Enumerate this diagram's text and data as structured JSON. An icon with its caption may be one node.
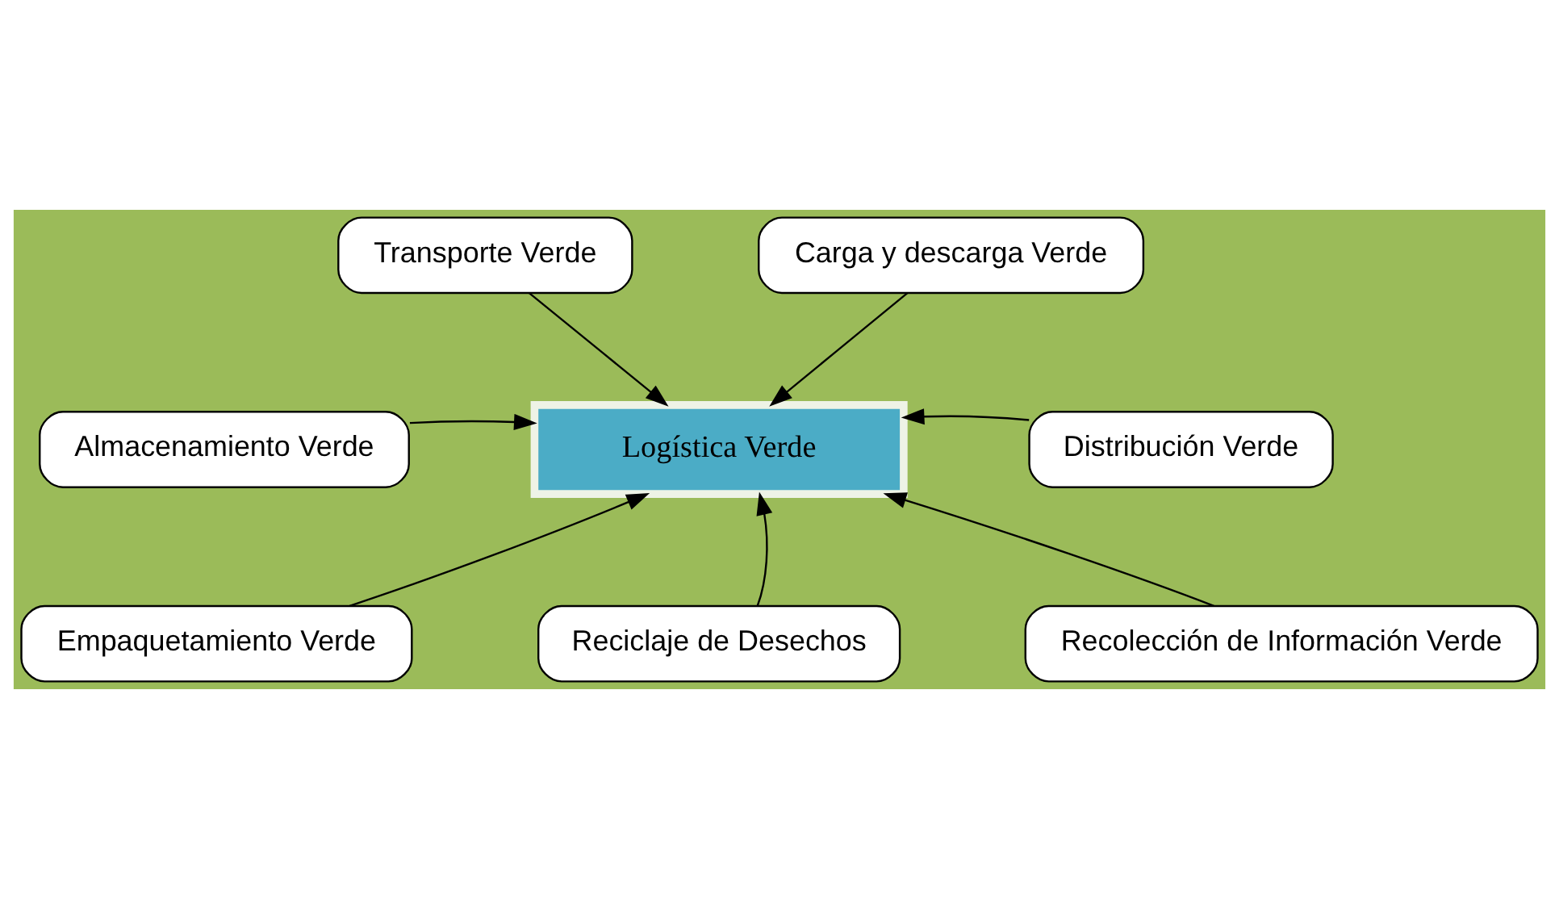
{
  "diagram": {
    "nodes": [
      {
        "text": [
          "Transporte Verde"
        ]
      },
      {
        "text": [
          "Carga y descarga Verde"
        ]
      },
      {
        "text": [
          "Almacenamiento Verde"
        ]
      },
      {
        "text": [
          "Logística Verde"
        ]
      },
      {
        "text": [
          "Distribución Verde"
        ]
      },
      {
        "text": [
          "Empaquetamiento Verde"
        ]
      },
      {
        "text": [
          "Recolección de Información Verde"
        ]
      },
      {
        "text": [
          "Reciclaje de Desechos"
        ]
      }
    ],
    "edges": [
      {
        "from": 0,
        "to": 3,
        "arrow": "to"
      },
      {
        "from": 1,
        "to": 3,
        "arrow": "to"
      },
      {
        "from": 2,
        "to": 3,
        "arrow": "to"
      },
      {
        "from": 4,
        "to": 3,
        "arrow": "to"
      },
      {
        "from": 5,
        "to": 3,
        "arrow": "to"
      },
      {
        "from": 6,
        "to": 3,
        "arrow": "to"
      },
      {
        "from": 7,
        "to": 3,
        "arrow": "to"
      }
    ]
  }
}
